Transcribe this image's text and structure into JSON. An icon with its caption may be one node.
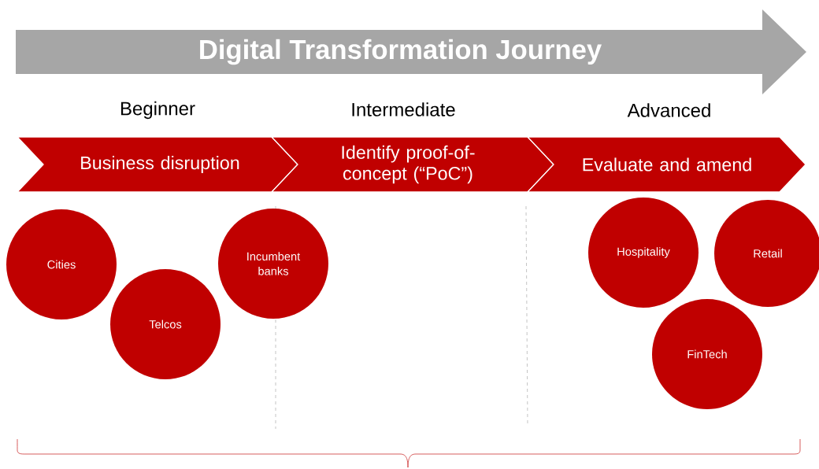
{
  "diagram": {
    "nodes": [
      {
        "text": [
          "Digital Transformation Journey"
        ]
      },
      {
        "text": [
          "Business disruption"
        ]
      },
      {
        "text": [
          "Identify proof-of-concept (“PoC”)"
        ]
      },
      {
        "text": [
          "Evaluate and amend"
        ]
      },
      {
        "text": [
          "Cities"
        ]
      },
      {
        "text": [
          "Telcos"
        ]
      },
      {
        "text": [
          "Incumbent banks"
        ]
      },
      {
        "text": [
          "Hospitality"
        ]
      },
      {
        "text": [
          "Retail"
        ]
      },
      {
        "text": [
          "FinTech"
        ]
      }
    ],
    "labels": [
      "Beginner",
      "Intermediate",
      "Advanced"
    ]
  }
}
